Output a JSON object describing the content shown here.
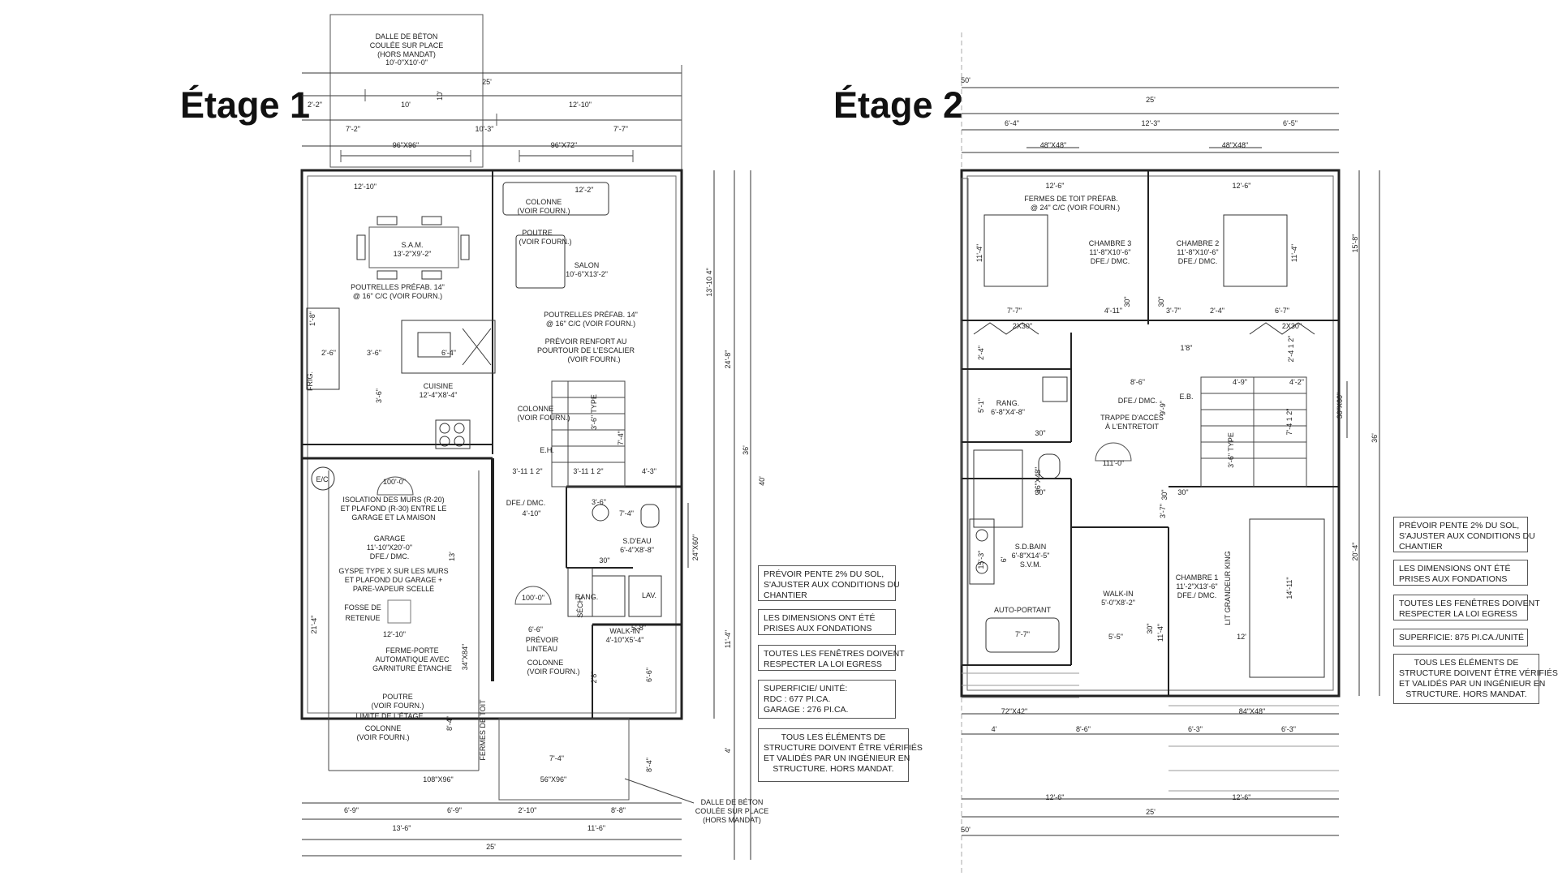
{
  "floors": {
    "f1": {
      "title": "Étage 1"
    },
    "f2": {
      "title": "Étage 2"
    }
  },
  "f1": {
    "top_slab": [
      "DALLE DE BÉTON",
      "COULÉE SUR PLACE",
      "(HORS MANDAT)",
      "10'-0\"X10'-0\""
    ],
    "bottom_slab": [
      "DALLE DE BÉTON",
      "COULÉE SUR PLACE",
      "(HORS MANDAT)"
    ],
    "dims_top": {
      "overall": "25'",
      "d1": "2'-2\"",
      "d2": "10'",
      "d3": "12'-10\"",
      "d4": "7'-2\"",
      "d5": "10'-3\"",
      "d6": "7'-7\"",
      "w1": "96\"X96\"",
      "w2": "96\"X72\"",
      "vert10": "10'"
    },
    "dims_right": {
      "a": "13'-10 4\"",
      "b": "24'-8\"",
      "c": "36'",
      "d": "40'",
      "e": "11'-4\"",
      "f": "4'",
      "g": "24\"X60\""
    },
    "dims_bottom": {
      "a": "108\"X96\"",
      "b": "56\"X96\"",
      "c": "6'-9\"",
      "d": "6'-9\"",
      "e": "2'-10\"",
      "f": "8'-8\"",
      "g": "13'-6\"",
      "h": "11'-6\"",
      "overall": "25'"
    },
    "rooms": {
      "sam": {
        "name": "S.A.M.",
        "size": "13'-2\"X9'-2\""
      },
      "salon": {
        "name": "SALON",
        "size": "10'-6\"X13'-2\""
      },
      "cuisine": {
        "name": "CUISINE",
        "size": "12'-4\"X8'-4\""
      },
      "garage": {
        "name": "GARAGE",
        "size": "11'-10\"X20'-0\"",
        "extra": "DFE./ DMC."
      },
      "sdeau": {
        "name": "S.D'EAU",
        "size": "6'-4\"X8'-8\""
      },
      "walkin": {
        "name": "WALK-IN",
        "size": "4'-10\"X5'-4\""
      }
    },
    "labels": {
      "l_1210a": "12'-10\"",
      "l_122": "12'-2\"",
      "colonne1": [
        "COLONNE",
        "(VOIR FOURN.)"
      ],
      "poutre1": [
        "POUTRE",
        "(VOIR FOURN.)"
      ],
      "poutrelles1": [
        "POUTRELLES  PRÉFAB.  14\"",
        "@ 16\" C/C (VOIR FOURN.)"
      ],
      "poutrelles2": [
        "POUTRELLES  PRÉFAB.  14\"",
        "@ 16\" C/C (VOIR FOURN.)"
      ],
      "renfort": [
        "PRÉVOIR RENFORT AU",
        "POURTOUR DE L'ESCALIER",
        "(VOIR FOURN.)"
      ],
      "colonne2": [
        "COLONNE",
        "(VOIR FOURN.)"
      ],
      "type36": "3'-6\" TYPE",
      "eh": "E.H.",
      "l31112a": "3'-11 1 2\"",
      "l31112b": "3'-11 1 2\"",
      "l43": "4'-3\"",
      "l74": "7'-4\"",
      "dfe": "DFE./ DMC.",
      "l410": "4'-10\"",
      "l36": "3'-6\"",
      "l74b": "7'-4\"",
      "isolation": [
        "ISOLATION DES MURS (R-20)",
        "ET PLAFOND (R-30) ENTRE LE",
        "GARAGE ET LA MAISON"
      ],
      "gypse": [
        "GYSPE TYPE X SUR LES MURS",
        "ET PLAFOND DU GARAGE +",
        "PARE-VAPEUR SCELLÉ"
      ],
      "fosse": [
        "FOSSE DE",
        "RETENUE"
      ],
      "ferme": [
        "FERME-PORTE",
        "AUTOMATIQUE AVEC",
        "GARNITURE ÉTANCHE"
      ],
      "poutre2": [
        "POUTRE",
        "(VOIR FOURN.)"
      ],
      "limite": "LIMITE DE L'ÉTAGE",
      "colonne3": [
        "COLONNE",
        "(VOIR FOURN.)"
      ],
      "l66": "6'-6\"",
      "linteau": [
        "PRÉVOIR",
        "LINTEAU"
      ],
      "colonne4": [
        "COLONNE",
        "(VOIR FOURN.)"
      ],
      "l58": "5'-8\"",
      "l66b": "6'-6\"",
      "l28": "2'8\"",
      "rang": "RANG.",
      "lav": "LAV.",
      "sech": "SÉCH.",
      "l1210b": "12'-10\"",
      "l13": "13'",
      "l214": "21'-4\"",
      "l84": "8'-4\"",
      "l3484": "34\"X84\"",
      "ferme_toit": "FERMES DE TOIT",
      "l74c": "7'-4\"",
      "l84b": "8'-4\"",
      "ec": "E/C",
      "frig": "FRIG.",
      "l26": "2'-6\"",
      "l36b": "3'-6\"",
      "l64": "6'-4\"",
      "l36c": "3'-6\"",
      "l1": "1'-8\"",
      "arc1": "100'-0\"",
      "arc2": "100'-0\"",
      "l30": "30\""
    }
  },
  "f2": {
    "dims_top": {
      "overall": "25'",
      "a": "6'-4\"",
      "b": "12'-3\"",
      "c": "6'-5\"",
      "w1": "48\"X48\"",
      "w2": "48\"X48\"",
      "l50": "50'"
    },
    "dims_bottom": {
      "a": "72\"X42\"",
      "b": "84\"X48\"",
      "c": "4'",
      "d": "8'-6\"",
      "e": "6'-3\"",
      "f": "6'-3\"",
      "g": "12'-6\"",
      "h": "12'-6\"",
      "overall": "25'",
      "l50": "50'"
    },
    "dims_right": {
      "a": "15'-8\"",
      "b": "36'",
      "c": "20'-4\"",
      "d": "30\"X60\""
    },
    "rooms": {
      "ch3": {
        "name": "CHAMBRE 3",
        "size": "11'-8\"X10'-6\"",
        "extra": "DFE./ DMC."
      },
      "ch2": {
        "name": "CHAMBRE 2",
        "size": "11'-8\"X10'-6\"",
        "extra": "DFE./ DMC."
      },
      "ch1": {
        "name": "CHAMBRE 1",
        "size": "11'-2\"X13'-6\"",
        "extra": "DFE./ DMC."
      },
      "rang": {
        "name": "RANG.",
        "size": "6'-8\"X4'-8\""
      },
      "sdbain": {
        "name": "S.D.BAIN",
        "size": "6'-8\"X14'-5\"",
        "extra": "S.V.M."
      },
      "walkin": {
        "name": "WALK-IN",
        "size": "5'-0\"X8'-2\""
      }
    },
    "labels": {
      "l126a": "12'-6\"",
      "l126b": "12'-6\"",
      "fermes": [
        "FERMES DE TOIT PRÉFAB.",
        "@ 24\" C/C (VOIR FOURN.)"
      ],
      "l114a": "11'-4\"",
      "l114b": "11'-4\"",
      "l77": "7'-7\"",
      "l411": "4'-11\"",
      "l37": "3'-7\"",
      "l24": "2'-4\"",
      "l67": "6'-7\"",
      "c2x30a": "2X30\"",
      "c2x30b": "2X30\"",
      "l24b": "2'-4\"",
      "l2412": "2'-4 1 2\"",
      "l18": "1'8\"",
      "l86": "8'-6\"",
      "dfe": "DFE./ DMC.",
      "l49": "4'-9\"",
      "l42": "4'-2\"",
      "eb": "E.B.",
      "trappe": [
        "TRAPPE D'ACCÈS",
        "À L'ENTRETOIT"
      ],
      "l51": "5'-1\"",
      "l99": "9'-9\"",
      "l30a": "30\"",
      "l30b": "30\"",
      "l30c": "30\"",
      "l30d": "30\"",
      "l30e": "30\"",
      "l30f": "30\"",
      "l3648": "36\"X48\"",
      "type36": "3'-6\" TYPE",
      "l7412": "7'-4 1 2\"",
      "arc": "111'-0\"",
      "l37b": "3'-7\"",
      "l153": "15'-3\"",
      "l6": "6'",
      "autoportant": "AUTO-PORTANT",
      "l77b": "7'-7\"",
      "lit": "LIT GRANDEUR KING",
      "l1411": "14'-11\"",
      "l55": "5'-5\"",
      "l30g": "30\"",
      "l114c": "11'-4\"",
      "l12": "12'"
    }
  },
  "notes_f1": {
    "n1": [
      "PRÉVOIR PENTE 2% DU SOL,",
      "S'AJUSTER AUX CONDITIONS DU",
      "CHANTIER"
    ],
    "n2": [
      "LES DIMENSIONS ONT ÉTÉ",
      "PRISES AUX FONDATIONS"
    ],
    "n3": [
      "TOUTES LES FENÊTRES DOIVENT",
      "RESPECTER LA LOI EGRESS"
    ],
    "n4": [
      "SUPERFICIE/ UNITÉ:",
      "RDC : 677 PI.CA.",
      "GARAGE : 276 PI.CA."
    ],
    "n5": [
      "TOUS LES ÉLÉMENTS DE",
      "STRUCTURE DOIVENT ÊTRE VÉRIFIÉS",
      "ET VALIDÉS PAR UN INGÉNIEUR EN",
      "STRUCTURE. HORS MANDAT."
    ]
  },
  "notes_f2": {
    "n1": [
      "PRÉVOIR PENTE 2% DU SOL,",
      "S'AJUSTER AUX CONDITIONS DU",
      "CHANTIER"
    ],
    "n2": [
      "LES DIMENSIONS ONT ÉTÉ",
      "PRISES AUX FONDATIONS"
    ],
    "n3": [
      "TOUTES LES FENÊTRES DOIVENT",
      "RESPECTER LA LOI EGRESS"
    ],
    "n4": [
      "SUPERFICIE: 875 PI.CA./UNITÉ"
    ],
    "n5": [
      "TOUS LES ÉLÉMENTS DE",
      "STRUCTURE DOIVENT ÊTRE VÉRIFIÉS",
      "ET VALIDÉS PAR UN INGÉNIEUR EN",
      "STRUCTURE. HORS MANDAT."
    ]
  }
}
